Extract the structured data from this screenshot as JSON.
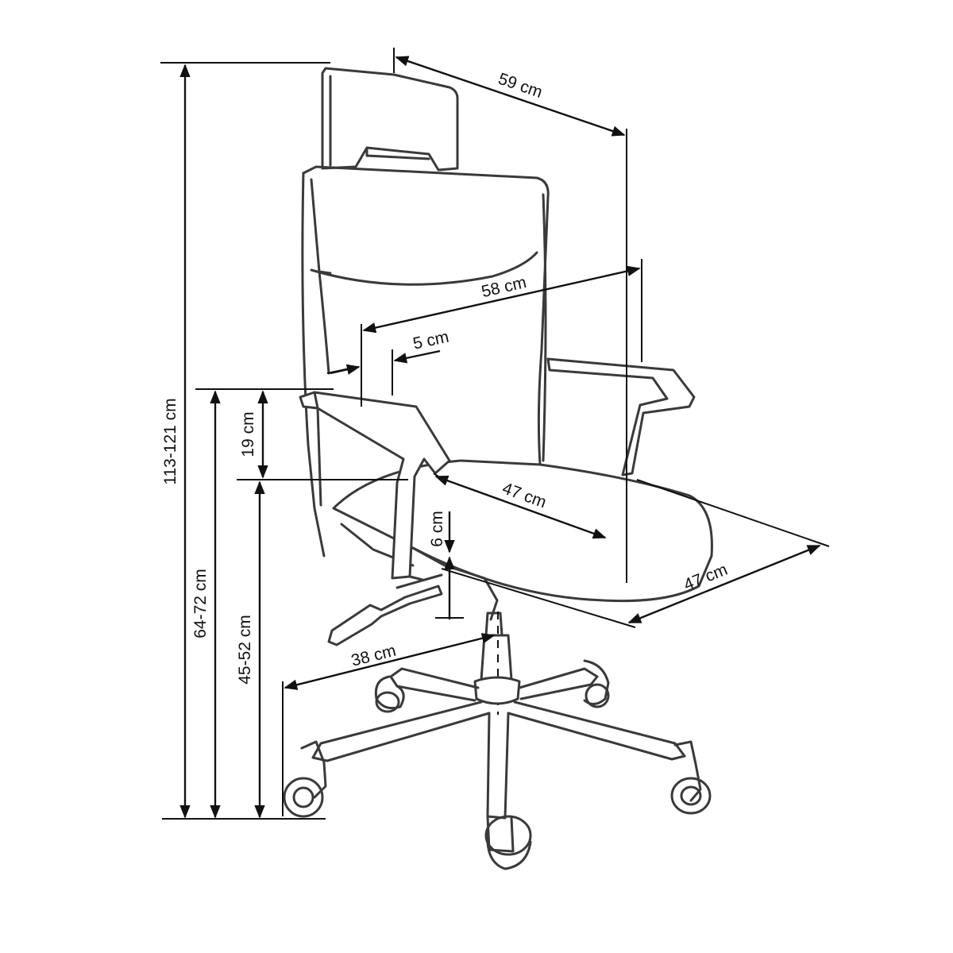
{
  "colors": {
    "line": "#111111",
    "chair": "#3a3a3a",
    "background": "#ffffff"
  },
  "dimensions": {
    "total_height": "113-121 cm",
    "armrest_height": "64-72 cm",
    "seat_height": "45-52 cm",
    "armrest_above_seat": "19 cm",
    "width_top": "59 cm",
    "back_width": "58 cm",
    "side_depth": "5 cm",
    "seat_depth_inner": "47 cm",
    "seat_thickness": "6 cm",
    "seat_width": "47 cm",
    "base_radius": "38 cm"
  }
}
